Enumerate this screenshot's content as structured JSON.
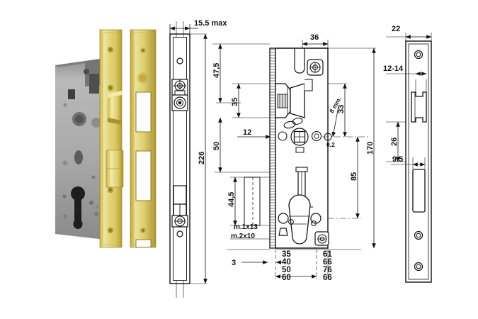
{
  "drawing": {
    "title": "Mortise lock technical drawing",
    "units": "mm",
    "labels": {
      "faceplate_width_max": "15.5 max",
      "backset_top": "47,5",
      "latch_center": "35",
      "twelve": "12",
      "fifty": "50",
      "overall_height": "226",
      "lower_bolt": "44,5",
      "screw_note_1": "m.1x13",
      "screw_note_2": "m.2x10",
      "faceplate_thickness": "3",
      "case_width_36": "36",
      "case_depth_33": "33",
      "spindle_note": "8 mm.",
      "tolerance": "0,2",
      "centre_dist_85": "85",
      "case_height_170": "170",
      "plate_width_22": "22",
      "strike_lip_12_14": "12-14",
      "strike_26": "26",
      "strike_9_5": "9.5"
    },
    "table": {
      "col1": [
        "35",
        "40",
        "50",
        "60"
      ],
      "col2": [
        "61",
        "66",
        "76",
        "66"
      ]
    },
    "colors": {
      "line": "#111111",
      "brass_light": "#e8dd8e",
      "brass_mid": "#d6c457",
      "brass_dark": "#b6a23c",
      "steel_light": "#c9c9c9",
      "steel_mid": "#9a9a9a",
      "steel_dark": "#6b6b6b",
      "background": "#ffffff"
    }
  }
}
